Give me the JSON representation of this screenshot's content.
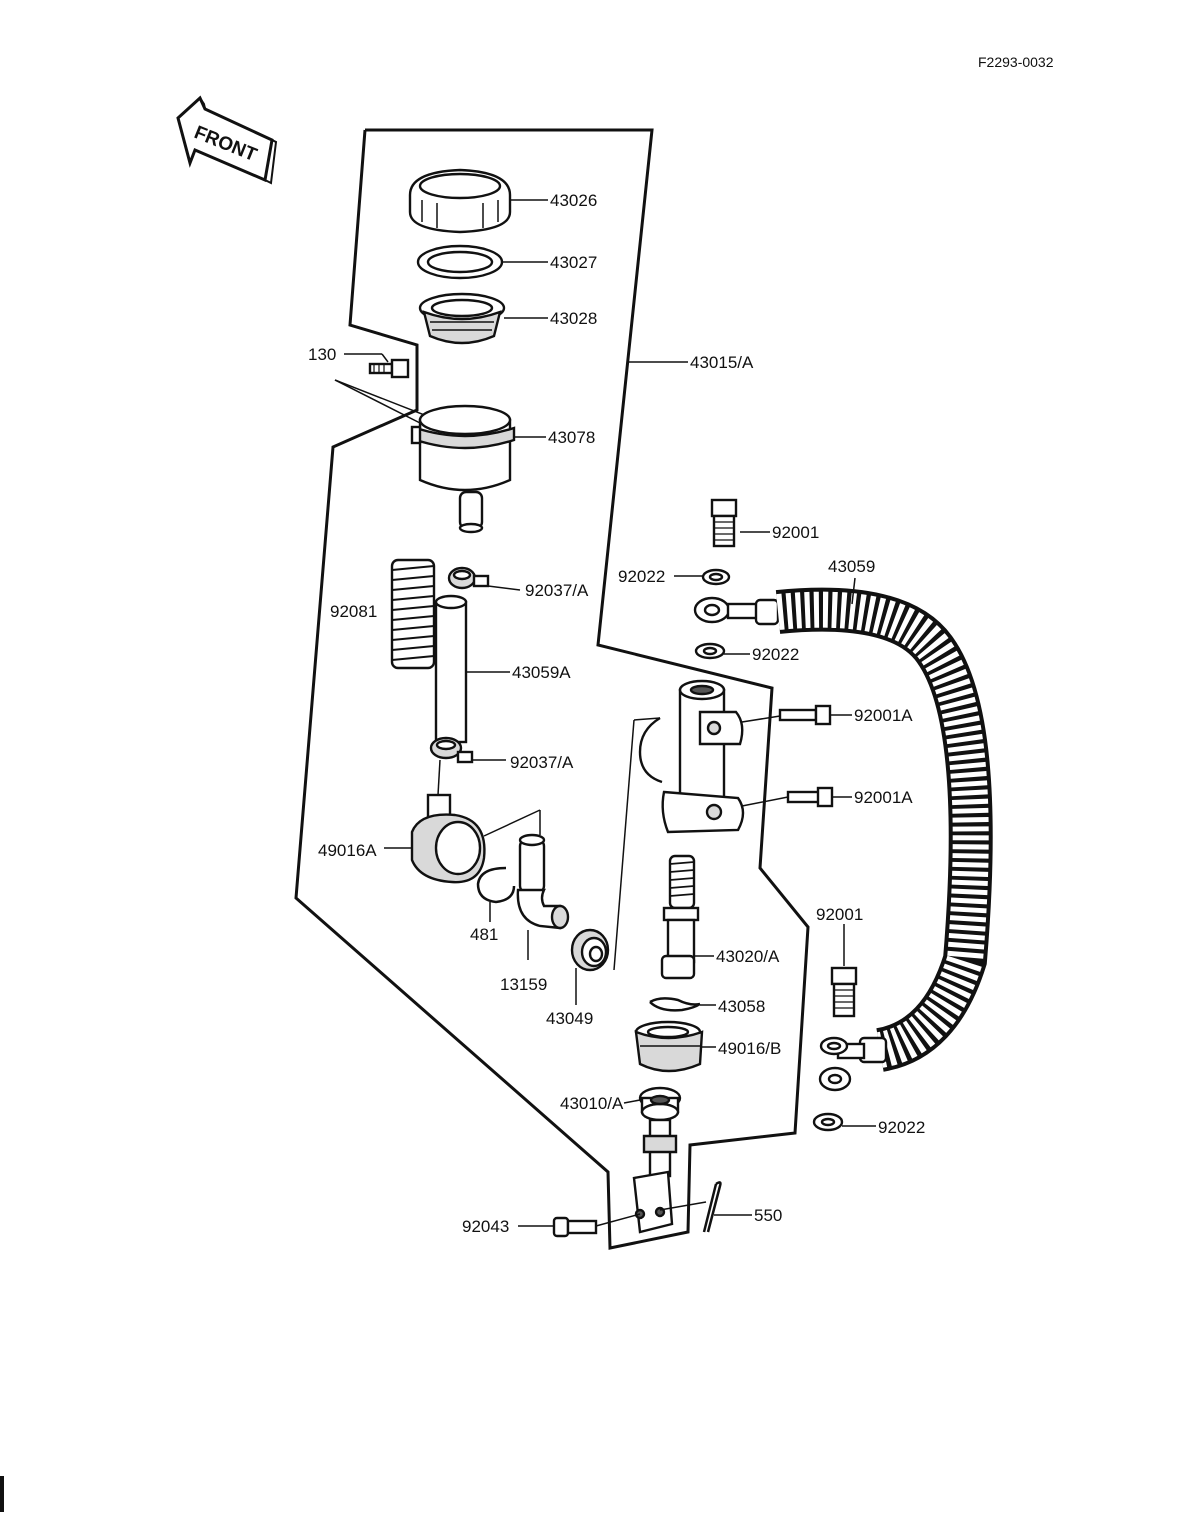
{
  "drawing_code": "F2293-0032",
  "front_arrow": {
    "text": "FRONT"
  },
  "colors": {
    "ink": "#111111",
    "paper": "#ffffff",
    "shade": "#d9d9d9"
  },
  "labels": {
    "p43026": "43026",
    "p43027": "43027",
    "p43028": "43028",
    "p43015a": "43015/A",
    "p130": "130",
    "p43078": "43078",
    "p92001_top": "92001",
    "p92022_top": "92022",
    "p43059": "43059",
    "p92037a_top": "92037/A",
    "p92081": "92081",
    "p92022_mid": "92022",
    "p43059a": "43059A",
    "p92001a_top": "92001A",
    "p92037a_bottom": "92037/A",
    "p92001a_bottom": "92001A",
    "p49016a": "49016A",
    "p92001_right": "92001",
    "p481": "481",
    "p43020a": "43020/A",
    "p13159": "13159",
    "p43058": "43058",
    "p43049": "43049",
    "p49016b": "49016/B",
    "p43010a": "43010/A",
    "p92022_bottom": "92022",
    "p92043": "92043",
    "p550": "550"
  }
}
